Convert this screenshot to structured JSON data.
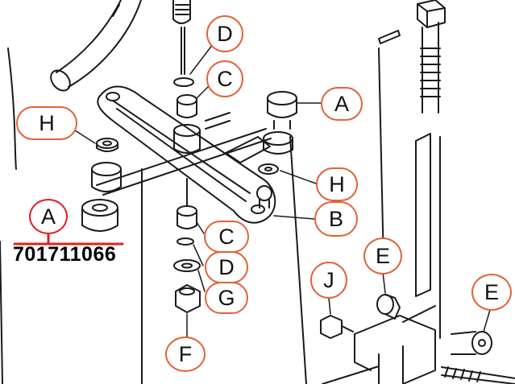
{
  "callouts": {
    "d_top": "D",
    "c_top": "C",
    "a_right": "A",
    "h_left": "H",
    "h_right": "H",
    "b_right": "B",
    "c_lower": "C",
    "d_lower": "D",
    "g": "G",
    "f": "F",
    "j": "J",
    "e_mid": "E",
    "e_right": "E"
  },
  "highlight": {
    "label": "A",
    "part_number": "701711066"
  },
  "colors": {
    "callout_border": "#e0633a",
    "highlight": "#e02020",
    "line_art": "#1a1a1a"
  }
}
